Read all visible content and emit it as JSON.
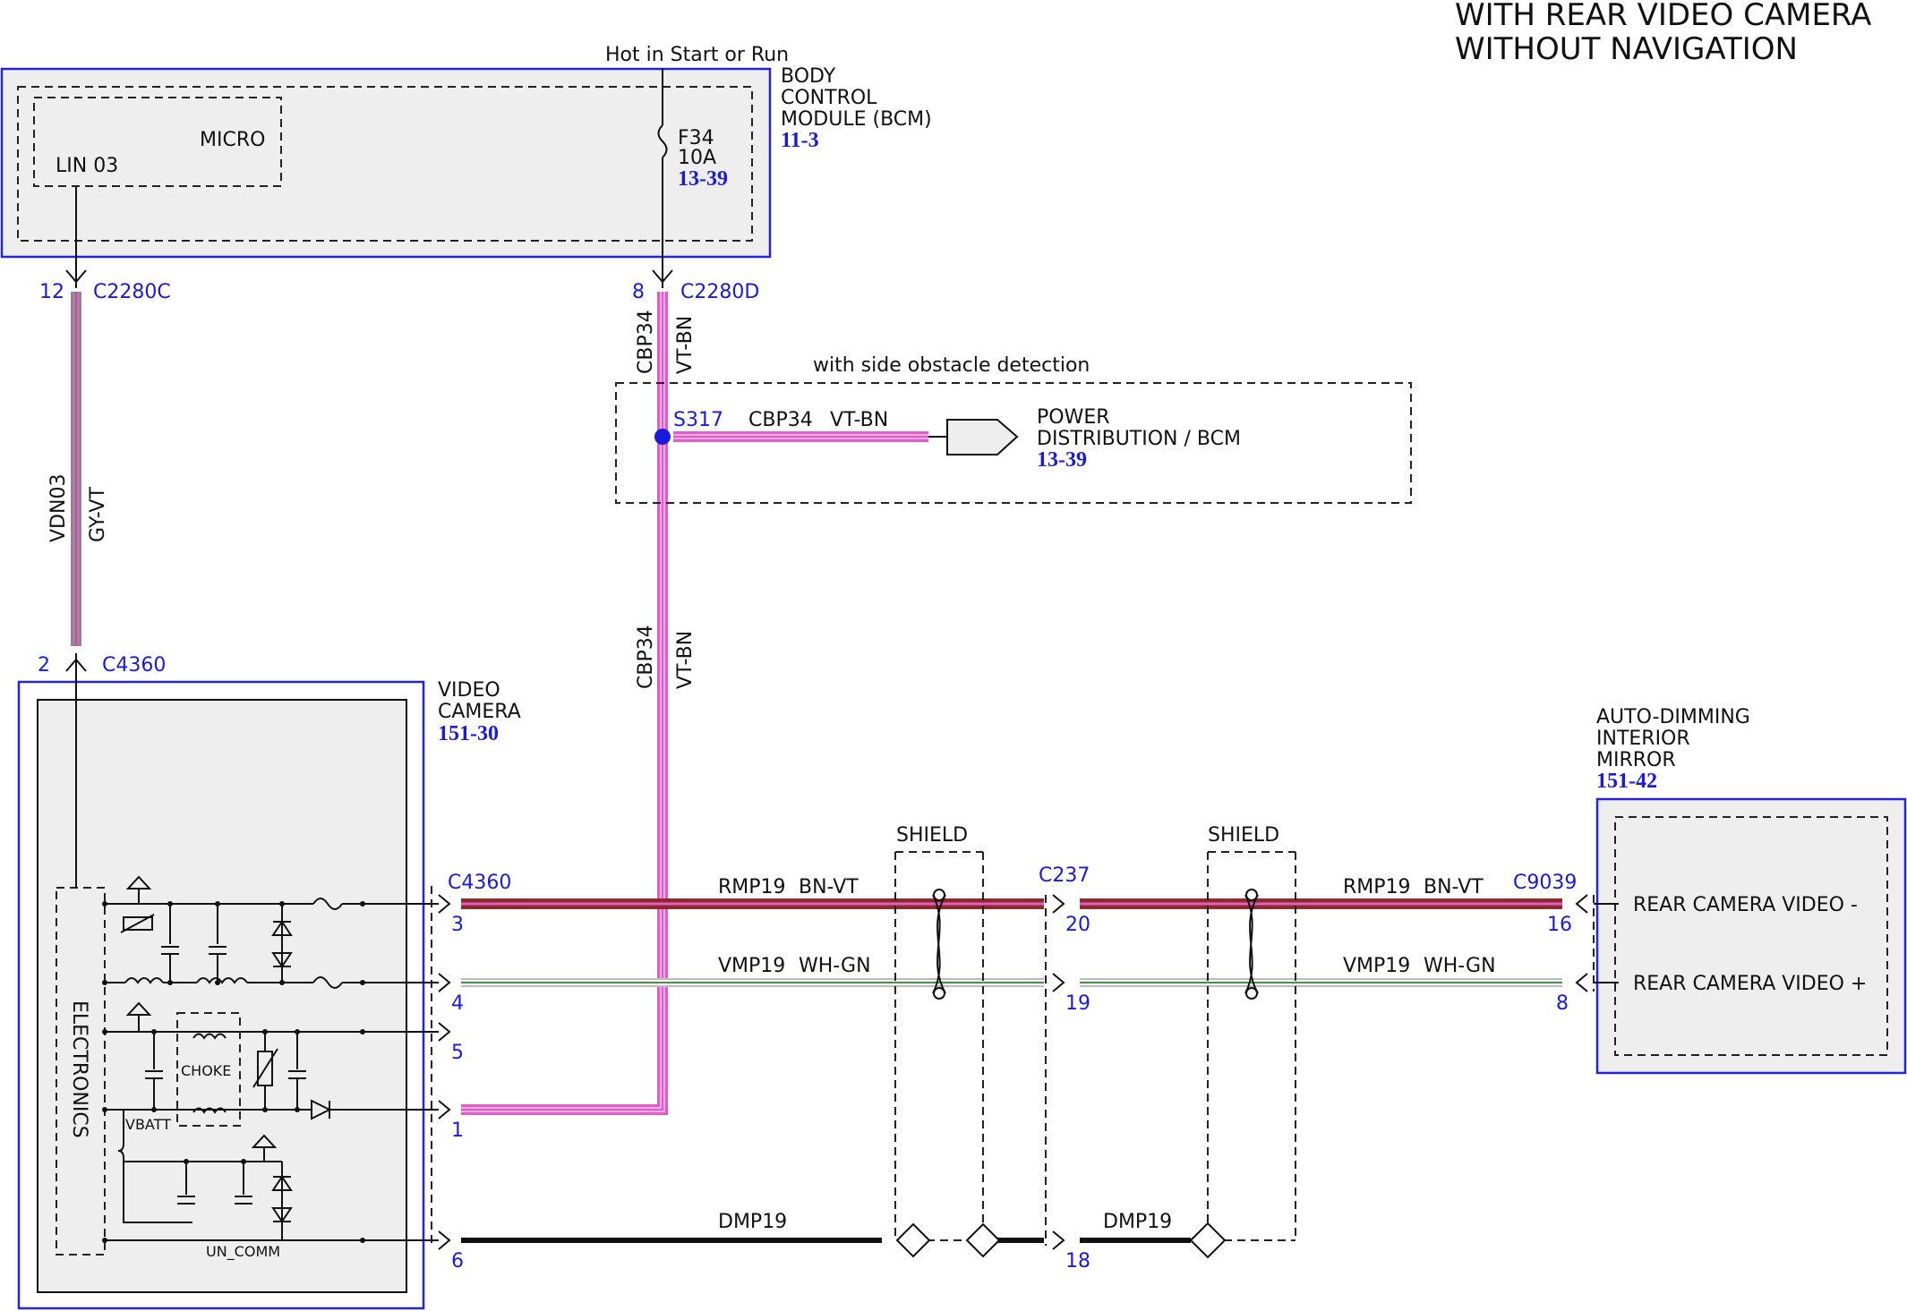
{
  "title": {
    "line1": "WITH REAR VIDEO CAMERA",
    "line2": "WITHOUT NAVIGATION"
  },
  "bcm": {
    "name_lines": [
      "BODY",
      "CONTROL",
      "MODULE (BCM)"
    ],
    "ref": "11-3",
    "micro": "MICRO",
    "lin": "LIN 03",
    "fuse": "F34",
    "fuse_rating": "10A",
    "fuse_ref": "13-39",
    "power_label": "Hot in Start or Run"
  },
  "connectors": {
    "c2280c": {
      "name": "C2280C",
      "pin": "12"
    },
    "c2280d": {
      "name": "C2280D",
      "pin": "8"
    },
    "c4360_top": {
      "name": "C4360",
      "pin": "2"
    },
    "c4360": {
      "name": "C4360",
      "pins": [
        "3",
        "4",
        "5",
        "1",
        "6"
      ]
    },
    "c237": {
      "name": "C237",
      "pins": [
        "20",
        "19",
        "18"
      ]
    },
    "c9039": {
      "name": "C9039",
      "pins": [
        "16",
        "8"
      ]
    }
  },
  "wires": {
    "vdn03": {
      "circuit": "VDN03",
      "color": "GY-VT"
    },
    "cbp34_upper": {
      "circuit": "CBP34",
      "color": "VT-BN"
    },
    "cbp34_lower": {
      "circuit": "CBP34",
      "color": "VT-BN"
    },
    "cbp34_branch": {
      "circuit": "CBP34",
      "color": "VT-BN"
    },
    "rmp19_left": {
      "circuit": "RMP19",
      "color": "BN-VT"
    },
    "rmp19_right": {
      "circuit": "RMP19",
      "color": "BN-VT"
    },
    "vmp19_left": {
      "circuit": "VMP19",
      "color": "WH-GN"
    },
    "vmp19_right": {
      "circuit": "VMP19",
      "color": "WH-GN"
    },
    "dmp19_left": {
      "circuit": "DMP19"
    },
    "dmp19_right": {
      "circuit": "DMP19"
    }
  },
  "option_box": {
    "label": "with side obstacle detection"
  },
  "splice": {
    "name": "S317"
  },
  "power_dist": {
    "lines": [
      "POWER",
      "DISTRIBUTION / BCM"
    ],
    "ref": "13-39"
  },
  "camera": {
    "name_lines": [
      "VIDEO",
      "CAMERA"
    ],
    "ref": "151-30",
    "electronics": "ELECTRONICS",
    "choke": "CHOKE",
    "vbatt": "VBATT",
    "un_comm": "UN_COMM"
  },
  "shield_left": "SHIELD",
  "shield_right": "SHIELD",
  "mirror": {
    "name_lines": [
      "AUTO-DIMMING",
      "INTERIOR",
      "MIRROR"
    ],
    "ref": "151-42",
    "pin_video_minus": "REAR CAMERA VIDEO -",
    "pin_video_plus": "REAR CAMERA VIDEO +"
  },
  "colors": {
    "module_border": "#2424e0",
    "module_fill": "#eeeeee",
    "ref_blue": "#1a1adc",
    "wire_violet": "#e25cc8",
    "wire_brown": "#8b2a2a",
    "wire_green": "#3a9a3a",
    "wire_gray": "#8a8a8a"
  }
}
